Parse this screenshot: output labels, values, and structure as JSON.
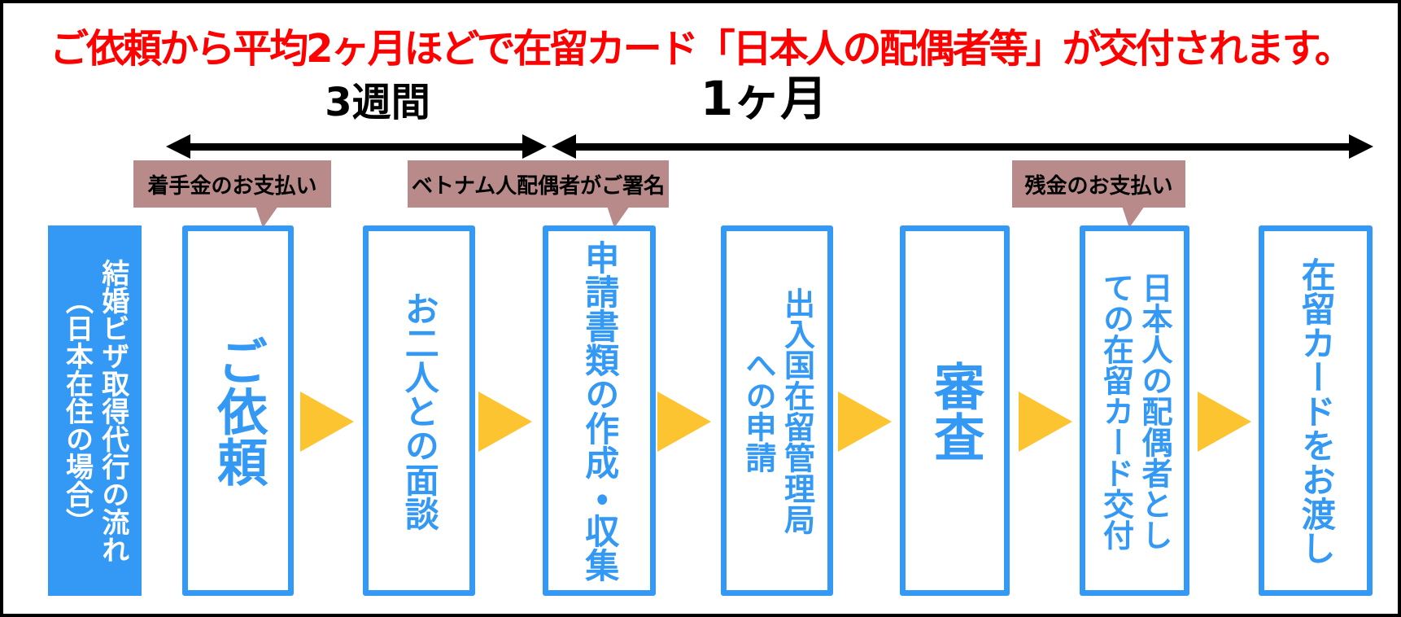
{
  "title": "ご依頼から平均2ヶ月ほどで在留カード「日本人の配偶者等」が交付されます。",
  "timeline": {
    "segment1_label": "3週間",
    "segment2_label": "1ヶ月"
  },
  "callouts": [
    {
      "label": "着手金のお支払い"
    },
    {
      "label": "ベトナム人配偶者がご署名"
    },
    {
      "label": "残金のお支払い"
    }
  ],
  "intro_box": {
    "label": "結婚ビザ取得代行の流れ\n（日本在住の場合）"
  },
  "steps": [
    {
      "label": "ご依頼"
    },
    {
      "label": "お二人との面談"
    },
    {
      "label": "申請書類の作成・収集"
    },
    {
      "label": "出入国在留管理局\nへの申請"
    },
    {
      "label": "審査"
    },
    {
      "label": "日本人の配偶者とし\nての在留カード交付"
    },
    {
      "label": "在留カードをお渡し"
    }
  ],
  "colors": {
    "accent_blue": "#3399F5",
    "arrow_yellow": "#FDC431",
    "callout_mauve": "#B98A8A",
    "title_red": "#FF0000",
    "timeline_black": "#000000"
  }
}
